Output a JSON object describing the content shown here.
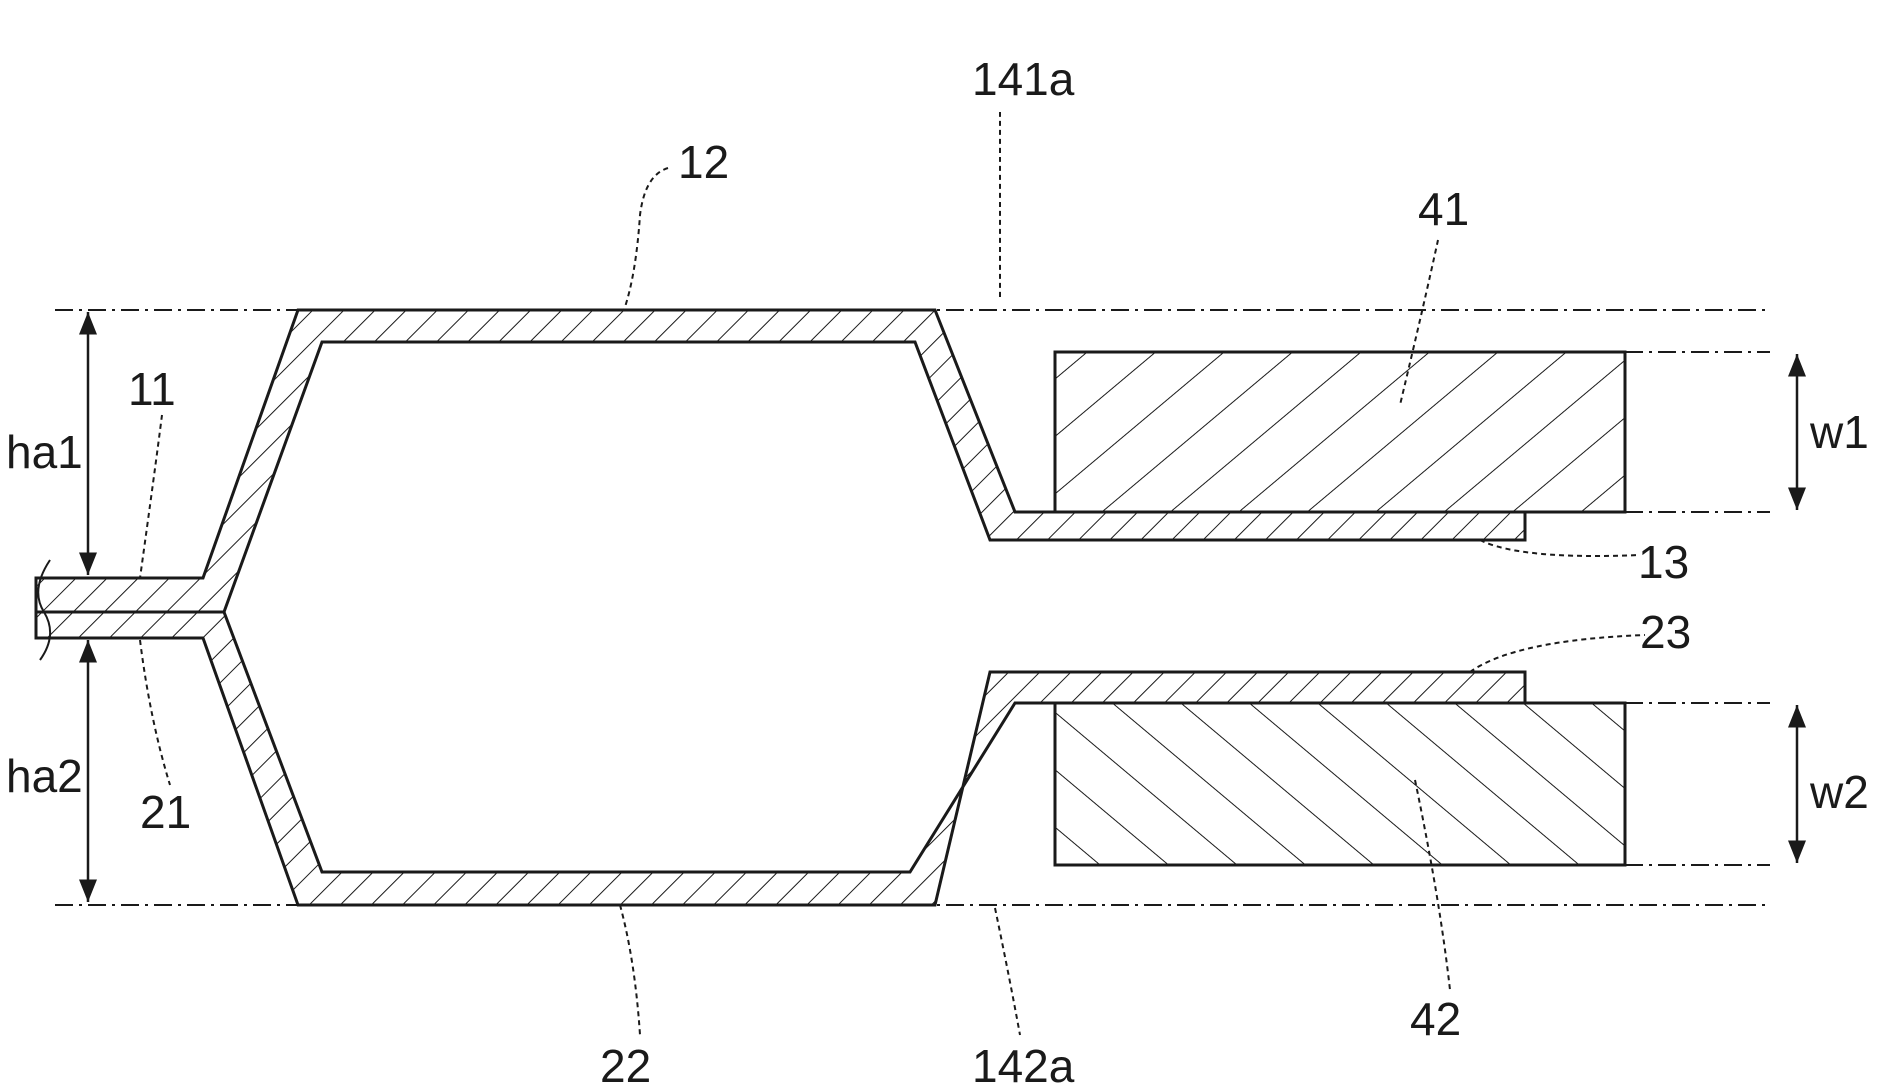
{
  "labels": {
    "l141a": "141a",
    "l142a": "142a",
    "l12": "12",
    "l41": "41",
    "l11": "11",
    "lha1": "ha1",
    "lw1": "w1",
    "l13": "13",
    "l23": "23",
    "l21": "21",
    "lha2": "ha2",
    "lw2": "w2",
    "l42": "42",
    "l22": "22"
  },
  "colors": {
    "stroke": "#1a1a1a",
    "background": "#ffffff"
  }
}
